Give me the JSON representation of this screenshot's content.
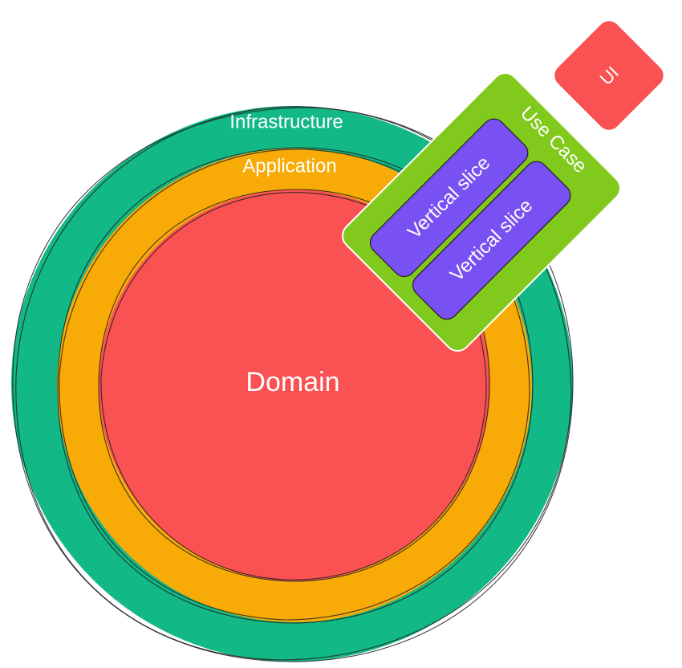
{
  "diagram": {
    "layers": {
      "infrastructure": {
        "label": "Infrastructure",
        "color": "#12b886"
      },
      "application": {
        "label": "Application",
        "color": "#f8ab06"
      },
      "domain": {
        "label": "Domain",
        "color": "#fa5252"
      }
    },
    "use_case": {
      "label": "Use Case",
      "color": "#82c91e"
    },
    "slices": [
      {
        "label": "Vertical slice",
        "color": "#7950f2"
      },
      {
        "label": "Vertical slice",
        "color": "#7950f2"
      }
    ],
    "ui": {
      "label": "UI",
      "color": "#fa5252"
    }
  }
}
